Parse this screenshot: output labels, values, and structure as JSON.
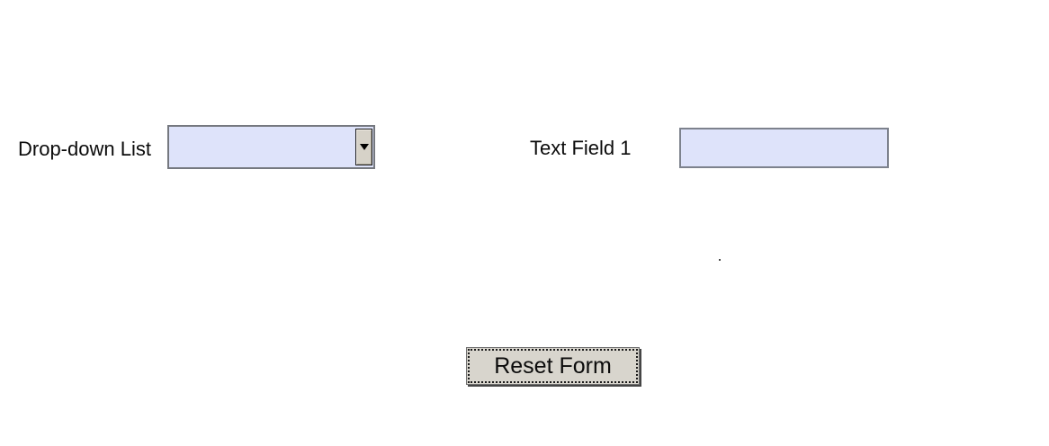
{
  "page": {
    "background": "#ffffff"
  },
  "form": {
    "dropdown": {
      "label": "Drop-down List",
      "value": "",
      "arrow_icon": "caret-down"
    },
    "text_field": {
      "label": "Text Field 1",
      "value": ""
    },
    "reset": {
      "label": "Reset Form"
    }
  },
  "colors": {
    "field_fill": "#dee3fa",
    "field_border": "#7b7f8a",
    "reset_button_face": "#d8d5cd",
    "combo_button_face": "#d6d2c8",
    "text": "#0b0b0b"
  }
}
